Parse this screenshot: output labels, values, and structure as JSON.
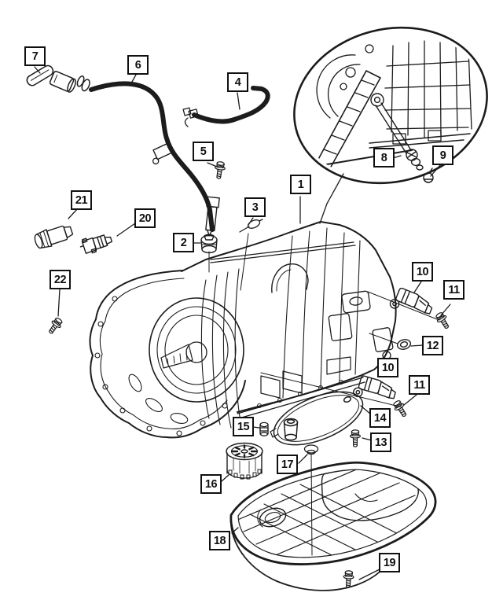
{
  "figure": {
    "kind": "exploded-parts-line-drawing",
    "subject": "automatic transmission with oil pan, filter and sensors"
  },
  "colors": {
    "background": "#ffffff",
    "ink": "#1c1c1c",
    "callout_border": "#101010",
    "callout_fill": "#ffffff"
  },
  "callouts": [
    {
      "label": "7"
    },
    {
      "label": "6"
    },
    {
      "label": "4"
    },
    {
      "label": "5"
    },
    {
      "label": "1"
    },
    {
      "label": "8"
    },
    {
      "label": "9"
    },
    {
      "label": "21"
    },
    {
      "label": "20"
    },
    {
      "label": "2"
    },
    {
      "label": "3"
    },
    {
      "label": "22"
    },
    {
      "label": "10"
    },
    {
      "label": "11"
    },
    {
      "label": "12"
    },
    {
      "label": "10"
    },
    {
      "label": "11"
    },
    {
      "label": "14"
    },
    {
      "label": "15"
    },
    {
      "label": "13"
    },
    {
      "label": "17"
    },
    {
      "label": "16"
    },
    {
      "label": "18"
    },
    {
      "label": "19"
    }
  ]
}
